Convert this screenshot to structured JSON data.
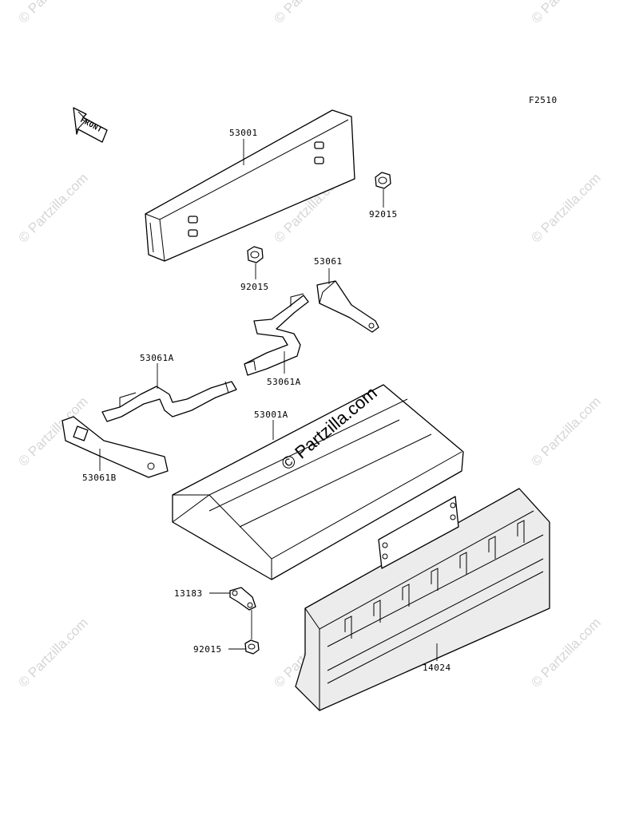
{
  "figure_code": "F2510",
  "front_label": "FRONT",
  "watermark": {
    "text": "© Partzilla.com",
    "center_text": "© Partzilla.com"
  },
  "parts": [
    {
      "id": "p53001",
      "number": "53001"
    },
    {
      "id": "p92015a",
      "number": "92015"
    },
    {
      "id": "p92015b",
      "number": "92015"
    },
    {
      "id": "p53061",
      "number": "53061"
    },
    {
      "id": "p53061A_1",
      "number": "53061A"
    },
    {
      "id": "p53061A_2",
      "number": "53061A"
    },
    {
      "id": "p53001A",
      "number": "53001A"
    },
    {
      "id": "p53061B",
      "number": "53061B"
    },
    {
      "id": "p13183",
      "number": "13183"
    },
    {
      "id": "p92015c",
      "number": "92015"
    },
    {
      "id": "p14024",
      "number": "14024"
    }
  ],
  "colors": {
    "line": "#000000",
    "watermark": "#d6d6d6",
    "background": "#ffffff"
  }
}
